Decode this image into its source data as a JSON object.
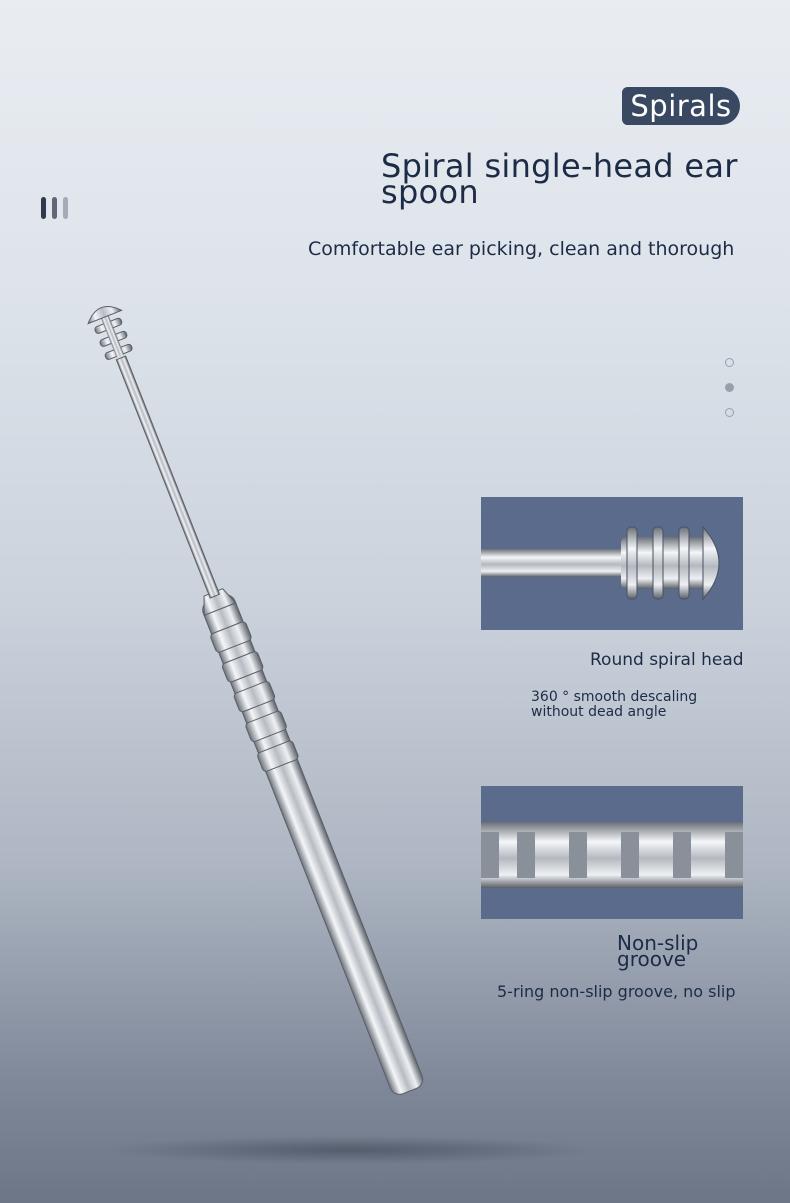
{
  "badge": {
    "label": "Spirals"
  },
  "header": {
    "title": "Spiral single-head ear spoon",
    "subtitle": "Comfortable ear picking, clean and thorough"
  },
  "features": [
    {
      "title": "Round spiral head",
      "description": "360 ° smooth descaling without dead angle"
    },
    {
      "title": "Non-slip groove",
      "description": "5-ring non-slip groove, no slip"
    }
  ],
  "decor": {
    "bar_colors": [
      "#2f3a4d",
      "#5d6778",
      "#a4abb6"
    ],
    "indicator_count": 3,
    "active_indicator": 2
  },
  "colors": {
    "accent": "#3a4962",
    "text": "#1d2c46",
    "panel": "#5a6b8c"
  }
}
